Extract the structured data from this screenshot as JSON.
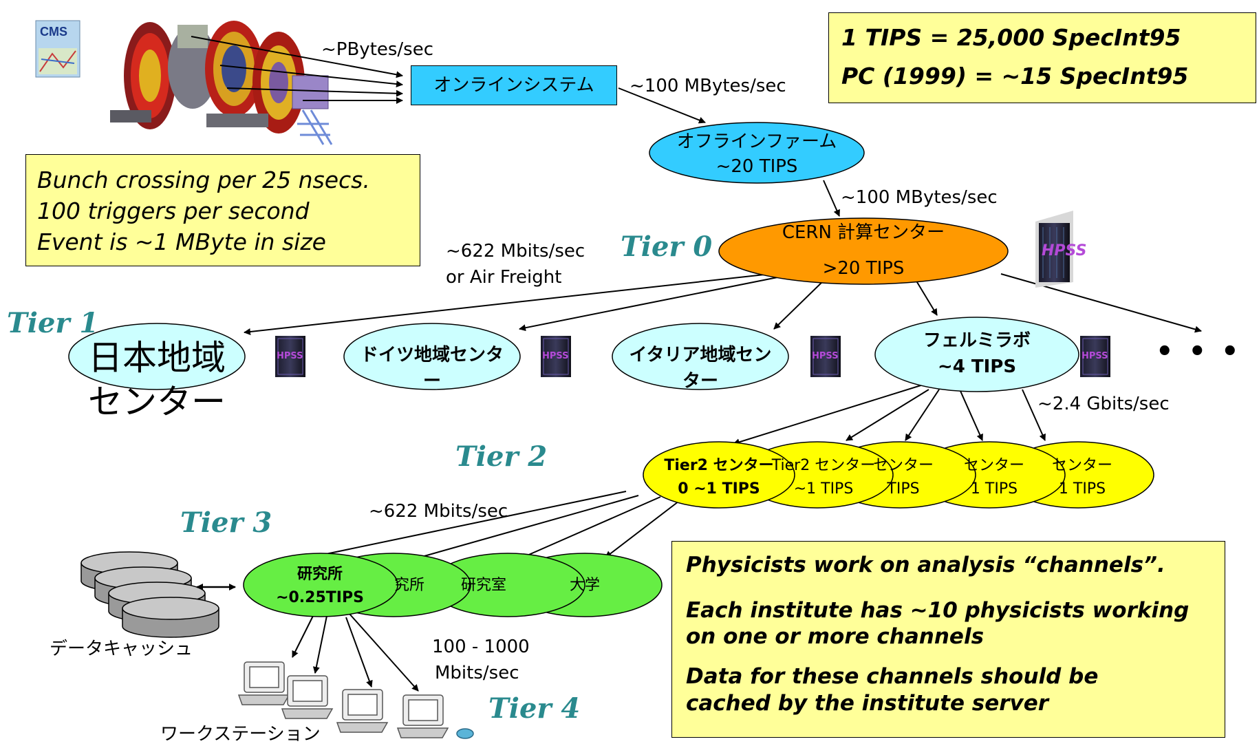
{
  "top_note": {
    "lines": [
      "1 TIPS = 25,000 SpecInt95",
      "PC (1999) = ~15 SpecInt95"
    ]
  },
  "left_note": {
    "lines": [
      "Bunch crossing per 25 nsecs.",
      "100 triggers per second",
      "Event is ~1 MByte in size"
    ]
  },
  "bottom_note": {
    "lines": [
      "Physicists work on analysis “channels”.",
      "Each institute has ~10 physicists working",
      "on one or more channels",
      "Data for these channels should be",
      "cached by the institute server"
    ]
  },
  "detector": {
    "logo": "CMS"
  },
  "online_system": {
    "label": "オンラインシステム"
  },
  "rates": {
    "pbytes": "~PBytes/sec",
    "online_to_offline": "~100 MBytes/sec",
    "offline_to_cern": "~100 MBytes/sec",
    "tier1_link_1": "~622 Mbits/sec",
    "tier1_link_2": "or Air Freight",
    "tier2_link": "~2.4 Gbits/sec",
    "tier3_link": "~622 Mbits/sec",
    "tier4_link_1": "100 - 1000",
    "tier4_link_2": "Mbits/sec"
  },
  "offline_farm": {
    "line1": "オフラインファーム",
    "line2": "~20 TIPS"
  },
  "cern": {
    "line1": "CERN 計算センター",
    "line2": ">20 TIPS"
  },
  "hpss_label": "HPSS",
  "tiers": {
    "t0": "Tier 0",
    "t1": "Tier 1",
    "t2": "Tier 2",
    "t3": "Tier 3",
    "t4": "Tier 4"
  },
  "tier1_centers": {
    "japan": {
      "line1": "日本地域",
      "line2": "センター"
    },
    "germany": {
      "line1": "ドイツ地域センタ",
      "line2": "ー"
    },
    "italy": {
      "line1": "イタリア地域セン",
      "line2": "ター"
    },
    "fermilab": {
      "line1": "フェルミラボ",
      "line2": "~4 TIPS"
    },
    "more": "• • •"
  },
  "tier2_centers": {
    "front": {
      "line1": "Tier2 センター",
      "line2": "0 ~1 TIPS"
    },
    "second": {
      "line1": "Tier2 センター",
      "line2": "~1 TIPS"
    },
    "third": {
      "line1": "センター",
      "line2": "TIPS"
    },
    "fourth": {
      "line1": "センター",
      "line2": "1 TIPS"
    },
    "fifth": {
      "line1": "センター",
      "line2": "1 TIPS"
    }
  },
  "tier3_centers": {
    "front": {
      "line1": "研究所",
      "line2": "~0.25TIPS"
    },
    "second": "究所",
    "third": "研究室",
    "fourth": "大学"
  },
  "data_cache": "データキャッシュ",
  "workstations": "ワークステーション",
  "colors": {
    "note": "#ffff99",
    "online": "#33ccff",
    "tier1": "#ccffff",
    "cern": "#ff9900",
    "tier2": "#ffff00",
    "tier3": "#66ee44",
    "tier_text": "#2a8a8e"
  }
}
